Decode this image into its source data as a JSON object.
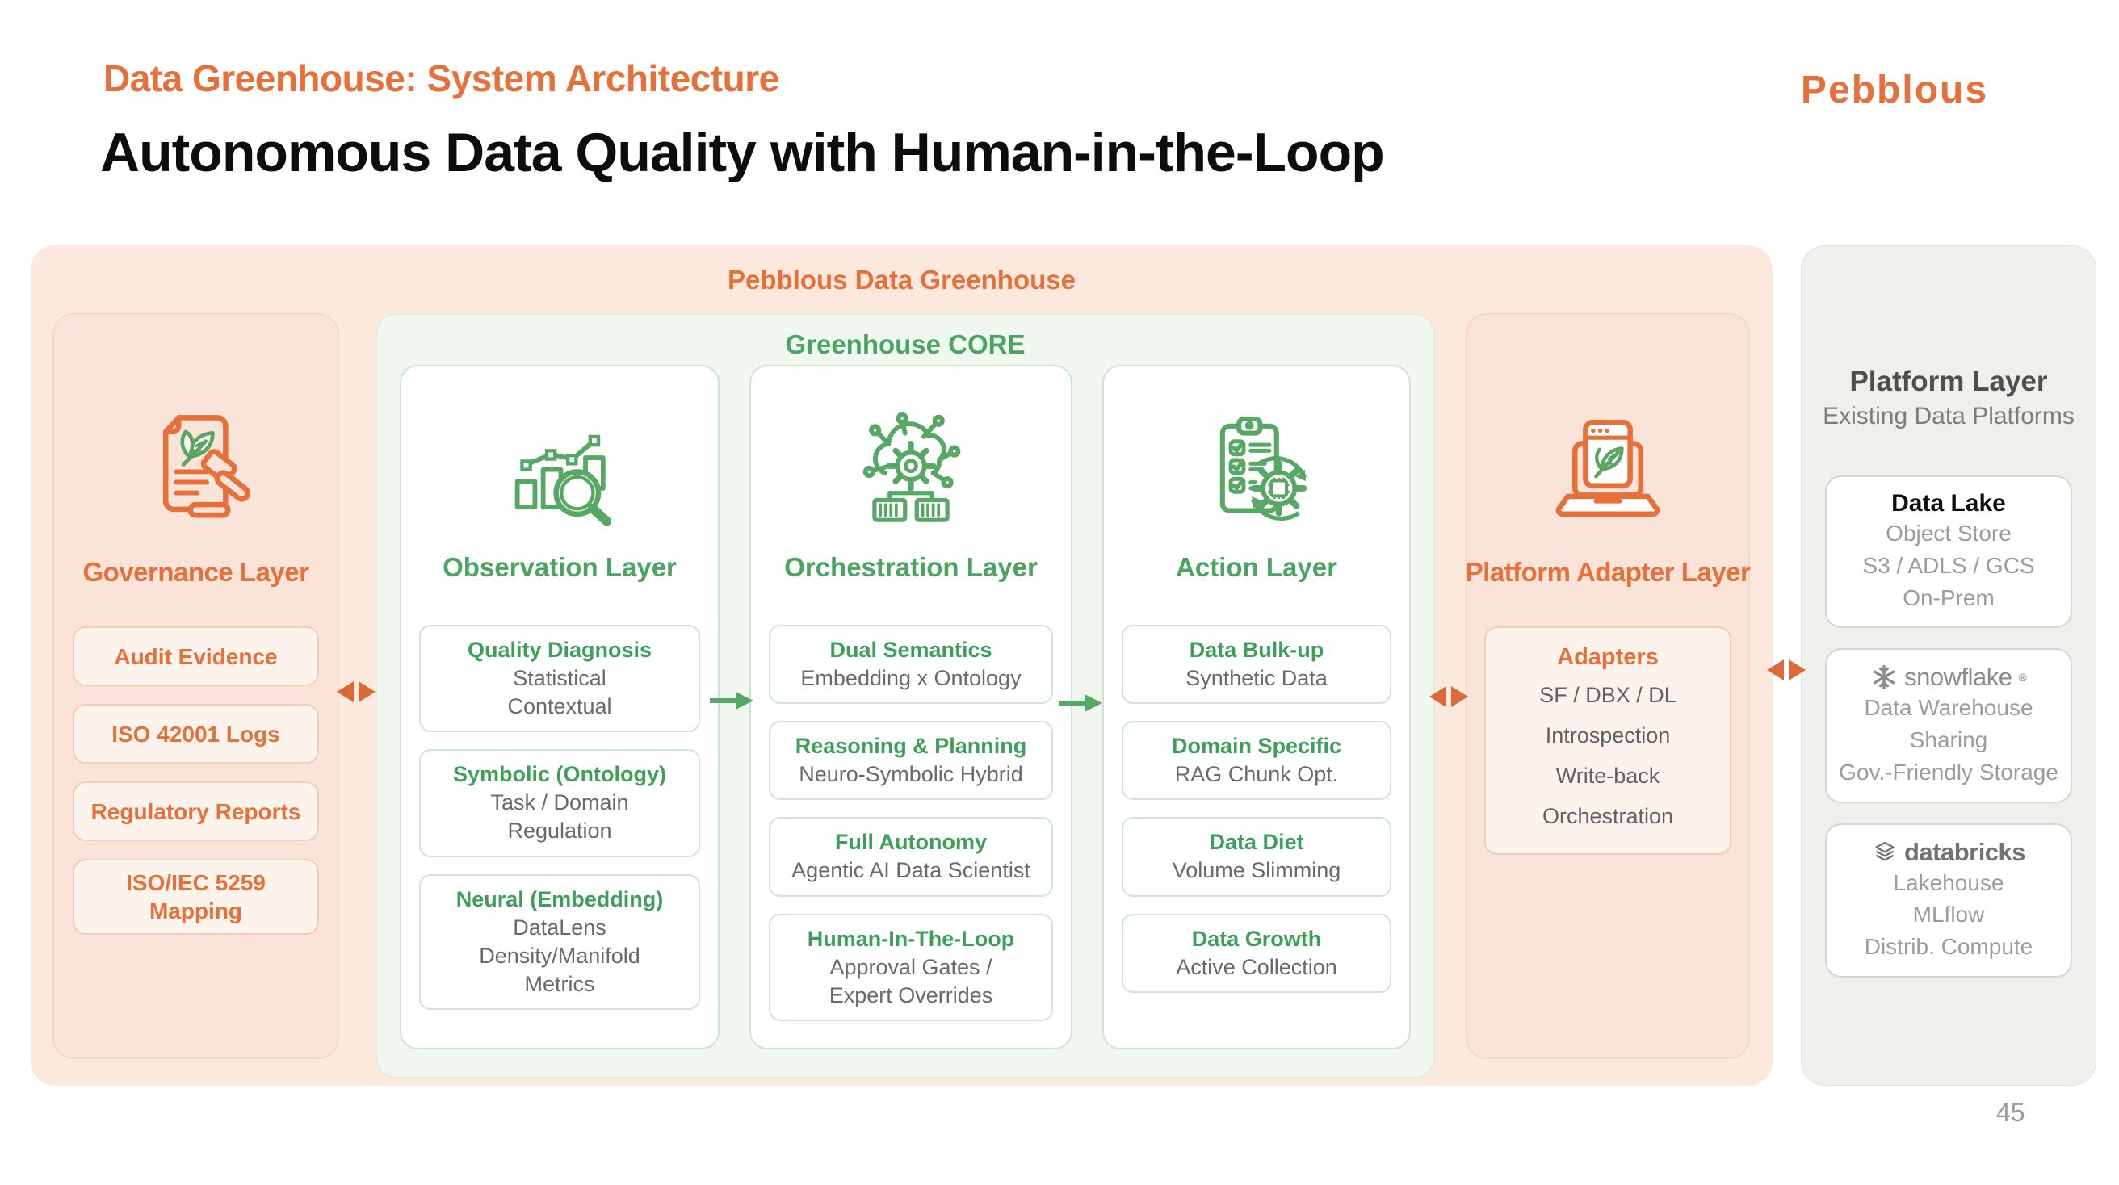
{
  "header": {
    "eyebrow": "Data Greenhouse: System Architecture",
    "title": "Autonomous Data Quality with Human-in-the-Loop",
    "brand": "Pebblous"
  },
  "colors": {
    "orange_accent": "#E7703A",
    "green_accent": "#4CA462",
    "peach_container": "#FBE9DE",
    "core_background": "#F0F7EF",
    "platform_background": "#F1EFEC"
  },
  "greenhouse": {
    "title": "Pebblous Data Greenhouse",
    "governance": {
      "title": "Governance Layer",
      "icon": "document-gavel-leaf-icon",
      "items": [
        "Audit Evidence",
        "ISO 42001 Logs",
        "Regulatory Reports",
        "ISO/IEC 5259\nMapping"
      ]
    },
    "core": {
      "title": "Greenhouse CORE",
      "columns": [
        {
          "title": "Observation Layer",
          "icon": "bar-chart-magnifier-icon",
          "items": [
            {
              "title": "Quality Diagnosis",
              "subtitle": "Statistical\nContextual"
            },
            {
              "title": "Symbolic (Ontology)",
              "subtitle": "Task / Domain\nRegulation"
            },
            {
              "title": "Neural (Embedding)",
              "subtitle": "DataLens\nDensity/Manifold\nMetrics"
            }
          ]
        },
        {
          "title": "Orchestration Layer",
          "icon": "cloud-gear-network-icon",
          "items": [
            {
              "title": "Dual Semantics",
              "subtitle": "Embedding x Ontology"
            },
            {
              "title": "Reasoning & Planning",
              "subtitle": "Neuro-Symbolic Hybrid"
            },
            {
              "title": "Full Autonomy",
              "subtitle": "Agentic AI Data Scientist"
            },
            {
              "title": "Human-In-The-Loop",
              "subtitle": "Approval Gates /\nExpert Overrides"
            }
          ]
        },
        {
          "title": "Action Layer",
          "icon": "clipboard-checklist-gear-icon",
          "items": [
            {
              "title": "Data Bulk-up",
              "subtitle": "Synthetic Data"
            },
            {
              "title": "Domain Specific",
              "subtitle": "RAG Chunk Opt."
            },
            {
              "title": "Data Diet",
              "subtitle": "Volume Slimming"
            },
            {
              "title": "Data Growth",
              "subtitle": "Active Collection"
            }
          ]
        }
      ]
    },
    "adapter": {
      "title": "Platform Adapter Layer",
      "icon": "laptop-browser-leaf-icon",
      "box": {
        "title": "Adapters",
        "lines": [
          "SF / DBX / DL",
          "Introspection",
          "Write-back",
          "Orchestration"
        ]
      }
    }
  },
  "platform": {
    "title": "Platform Layer",
    "subtitle": "Existing Data Platforms",
    "cards": [
      {
        "title": "Data Lake",
        "lines": [
          "Object Store",
          "S3 / ADLS / GCS",
          "On-Prem"
        ]
      },
      {
        "title": "snowflake",
        "reg": "®",
        "icon": "snowflake-logo-icon",
        "lines": [
          "Data Warehouse",
          "Sharing",
          "Gov.-Friendly Storage"
        ]
      },
      {
        "title": "databricks",
        "icon": "databricks-logo-icon",
        "lines": [
          "Lakehouse",
          "MLflow",
          "Distrib. Compute"
        ]
      }
    ]
  },
  "page": {
    "number": "45"
  }
}
